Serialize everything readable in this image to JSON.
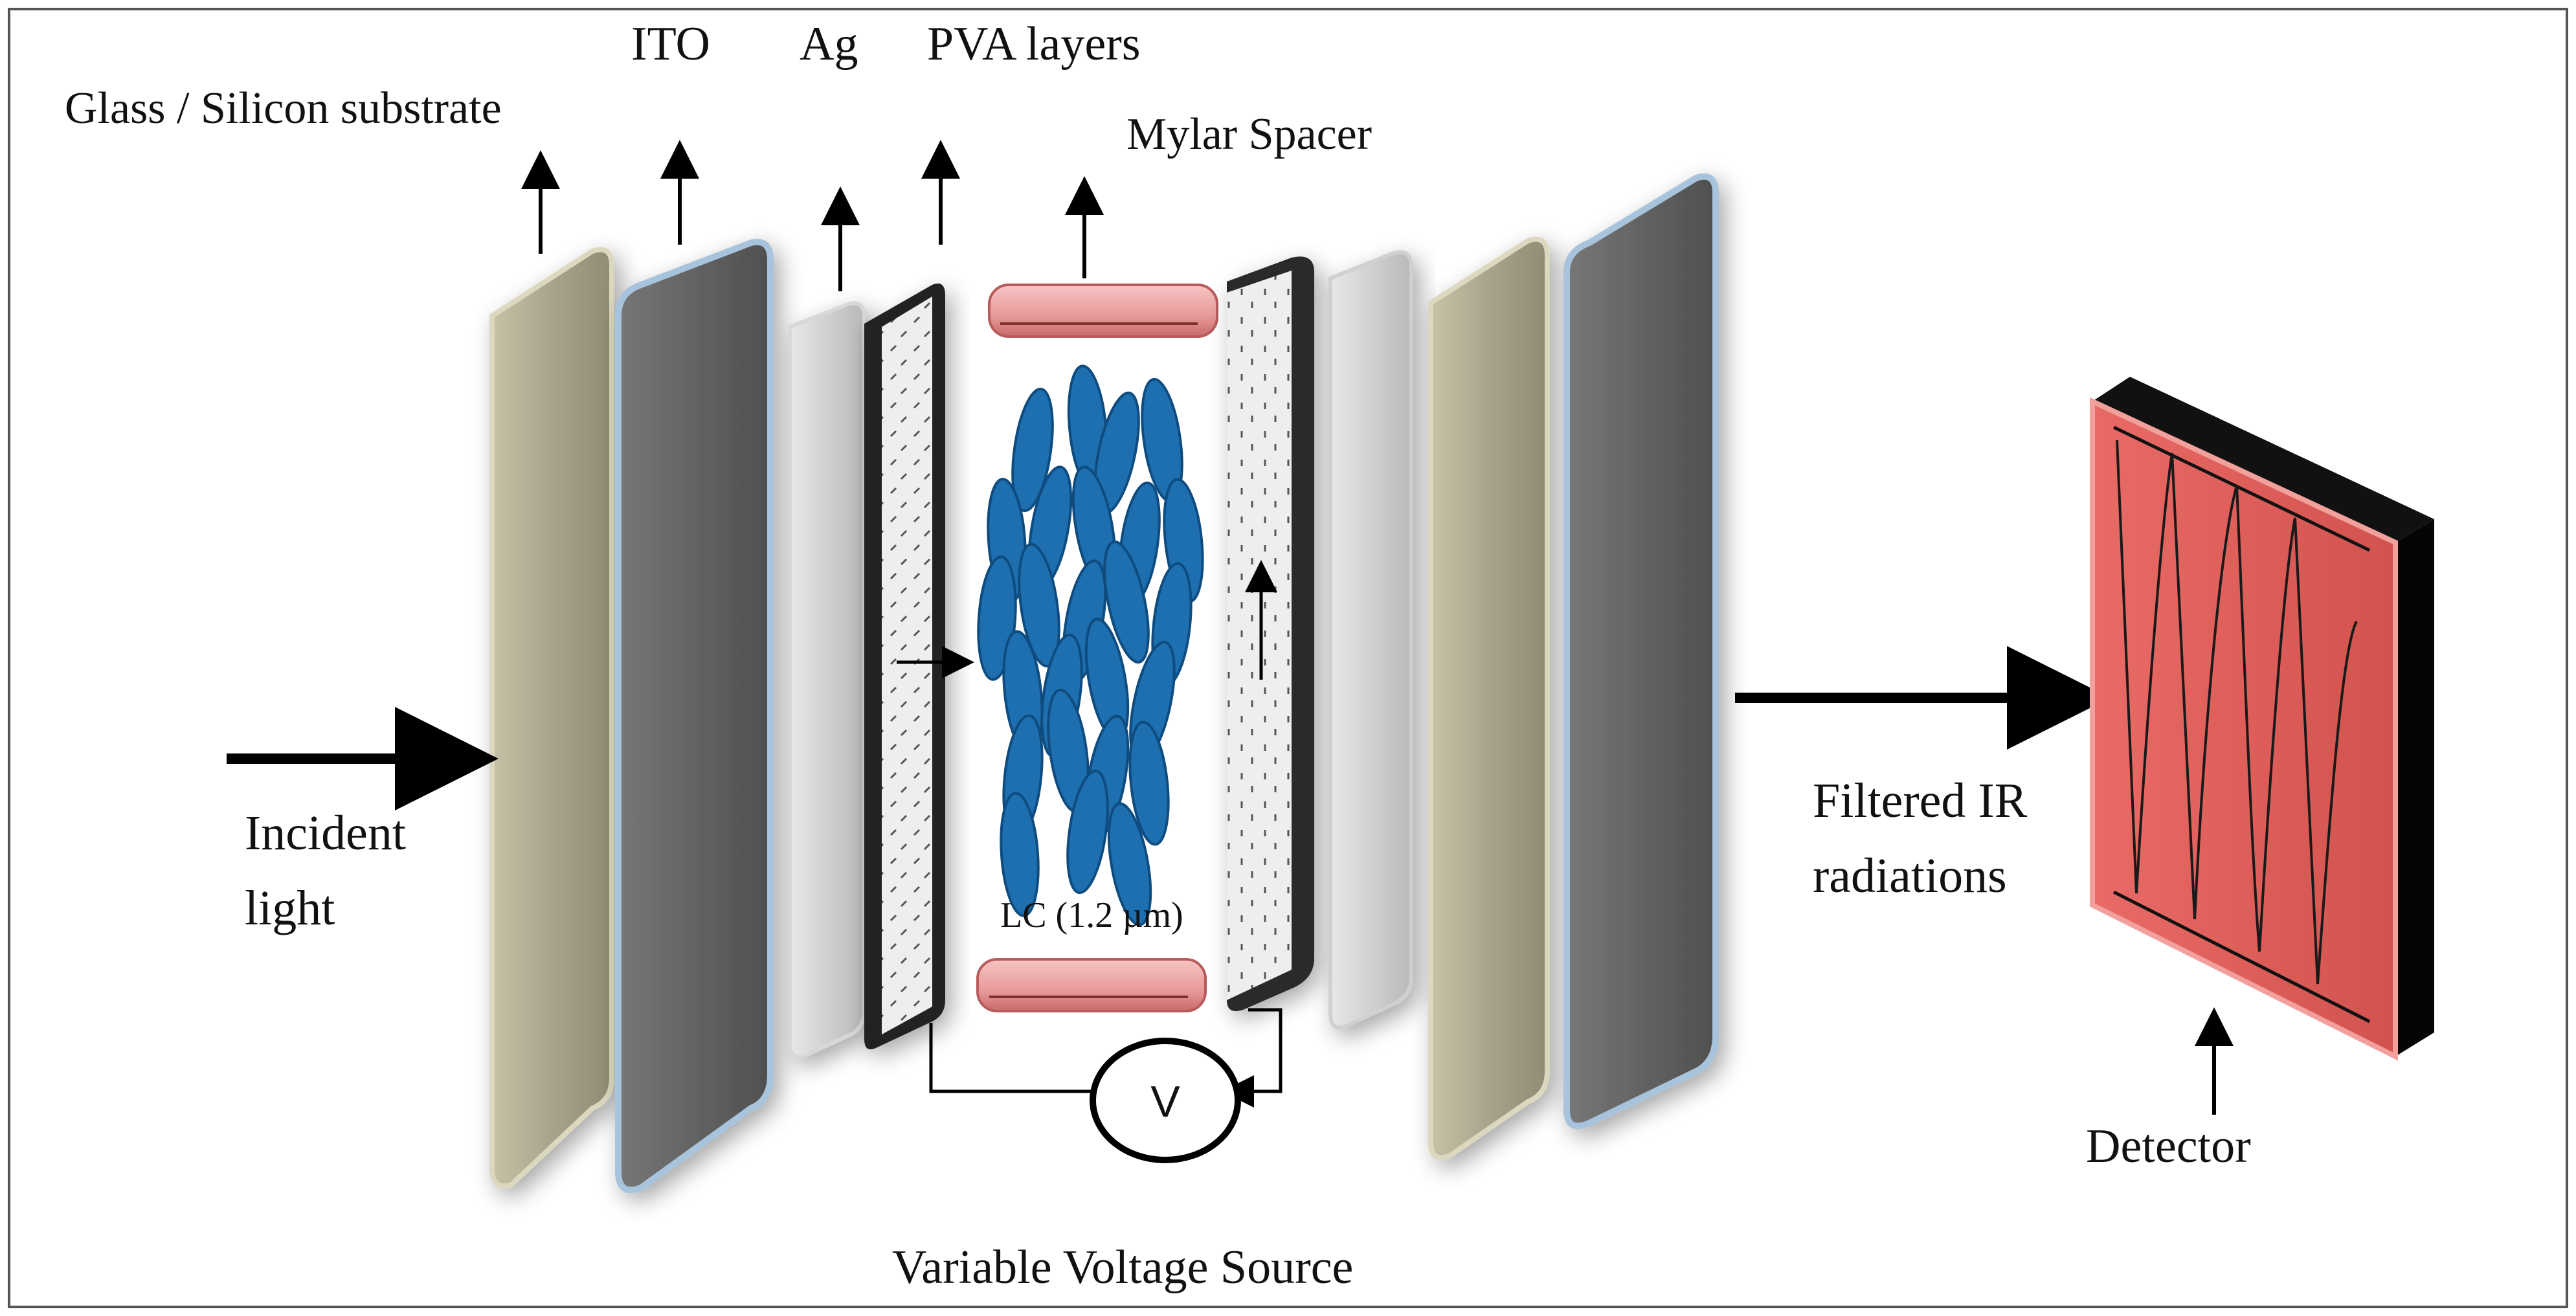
{
  "labels": {
    "substrate": "Glass / Silicon substrate",
    "ito": "ITO",
    "ag": "Ag",
    "pva": "PVA layers",
    "mylar": "Mylar Spacer",
    "incident_line1": "Incident",
    "incident_line2": "light",
    "lc": "LC (1.2 µm)",
    "voltage_symbol": "V",
    "voltage_source": "Variable Voltage Source",
    "filtered_line1": "Filtered IR",
    "filtered_line2": "radiations",
    "detector": "Detector"
  },
  "colors": {
    "glass": "#a8a48c",
    "ito": "#5e5e5e",
    "ag": "#c8c8c8",
    "pva": "#d9d9d9",
    "mylar": "#e89a9a",
    "lc_molecule": "#1e6fb0",
    "detector": "#e0605c",
    "detector_body": "#111111"
  }
}
